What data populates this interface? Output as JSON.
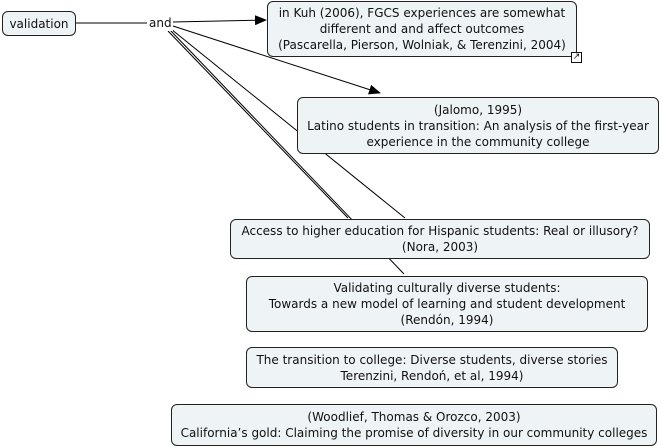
{
  "root": {
    "label": "validation"
  },
  "linking_phrase": "and",
  "concepts": [
    {
      "id": "kuh",
      "lines": [
        "in Kuh (2006), FGCS experiences are somewhat",
        "different and and affect outcomes",
        "(Pascarella, Pierson, Wolniak, & Terenzini, 2004)"
      ],
      "has_link_icon": true
    },
    {
      "id": "jalomo",
      "lines": [
        "(Jalomo, 1995)",
        "Latino students in transition: An analysis of the first-year",
        "experience in the community college"
      ]
    },
    {
      "id": "nora",
      "lines": [
        "Access to higher education for Hispanic students: Real or illusory?",
        "(Nora, 2003)"
      ]
    },
    {
      "id": "rendon",
      "lines": [
        "Validating culturally diverse students:",
        "Towards a new model of learning and student development",
        "(Rendón, 1994)"
      ]
    },
    {
      "id": "terenzini",
      "lines": [
        "The transition to college: Diverse students, diverse stories",
        "Terenzini, Rendoń, et al, 1994)"
      ]
    },
    {
      "id": "woodlief",
      "lines": [
        "(Woodlief, Thomas & Orozco, 2003)",
        "California’s gold: Claiming the promise of diversity in our community colleges"
      ]
    }
  ]
}
